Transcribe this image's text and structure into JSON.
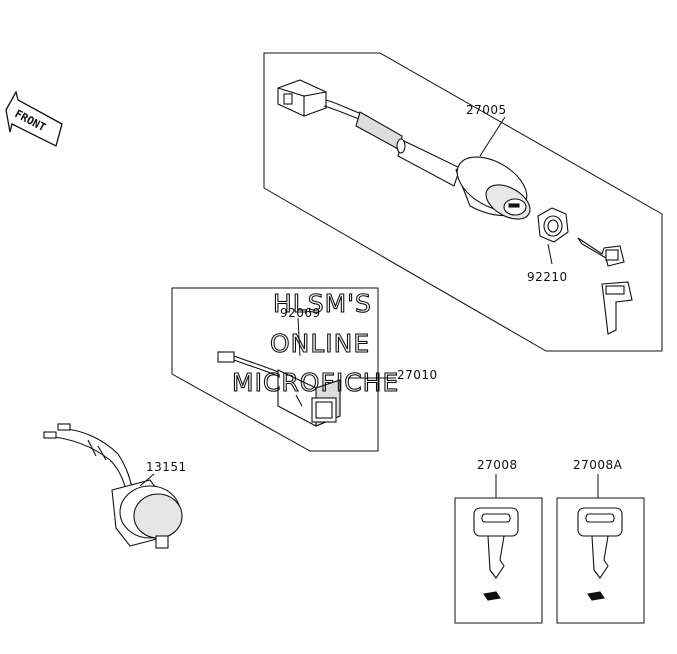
{
  "direction": {
    "front_label": "FRONT"
  },
  "parts": {
    "ignition_switch": "27005",
    "nut": "92210",
    "switch_27010": "27010",
    "part_92069": "92069",
    "part_13151": "13151",
    "key_blank": "27008",
    "key_blank_a": "27008A"
  },
  "watermark": {
    "line1": "HLSM'S",
    "line2": "ONLINE",
    "line3": "MICROFICHE"
  }
}
